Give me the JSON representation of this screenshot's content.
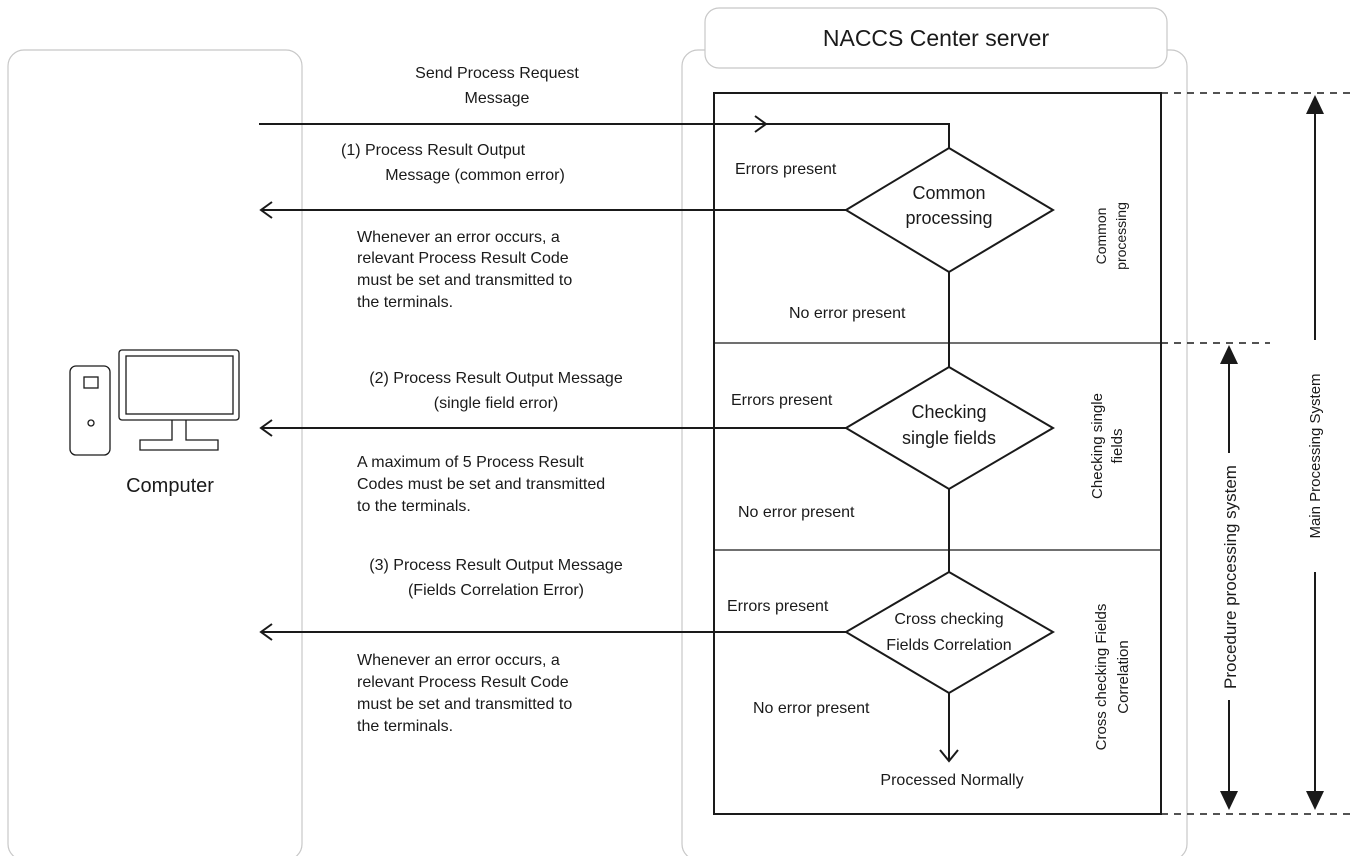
{
  "computer": {
    "label": "Computer"
  },
  "server": {
    "title": "NACCS Center server"
  },
  "request": {
    "line1": "Send Process Request",
    "line2": "Message"
  },
  "messages": [
    {
      "line1": "(1)    Process Result Output",
      "line2": "Message (common error)"
    },
    {
      "line1": "(2) Process Result Output Message",
      "line2": "(single field error)"
    },
    {
      "line1": "(3) Process Result Output Message",
      "line2": "(Fields Correlation Error)"
    }
  ],
  "notes": [
    [
      "Whenever an error occurs, a",
      "relevant Process Result Code",
      "must be set and transmitted to",
      "the terminals."
    ],
    [
      "A maximum of 5 Process Result",
      "Codes must be set and transmitted",
      "to the terminals."
    ],
    [
      "Whenever an error occurs, a",
      "relevant Process Result Code",
      "must be set and transmitted to",
      "the terminals."
    ]
  ],
  "decisions": [
    {
      "line1": "Common",
      "line2": "processing"
    },
    {
      "line1": "Checking",
      "line2": "single fields"
    },
    {
      "line1": "Cross checking",
      "line2": "Fields Correlation"
    }
  ],
  "errors_label": "Errors present",
  "no_error_label": "No error present",
  "processed_label": "Processed Normally",
  "sections": [
    {
      "line1": "Common",
      "line2": "processing"
    },
    {
      "line1": "Checking single",
      "line2": "fields"
    },
    {
      "line1": "Cross checking Fields",
      "line2": "Correlation"
    }
  ],
  "systems": {
    "procedure": "Procedure processing system",
    "main": "Main Processing System"
  }
}
